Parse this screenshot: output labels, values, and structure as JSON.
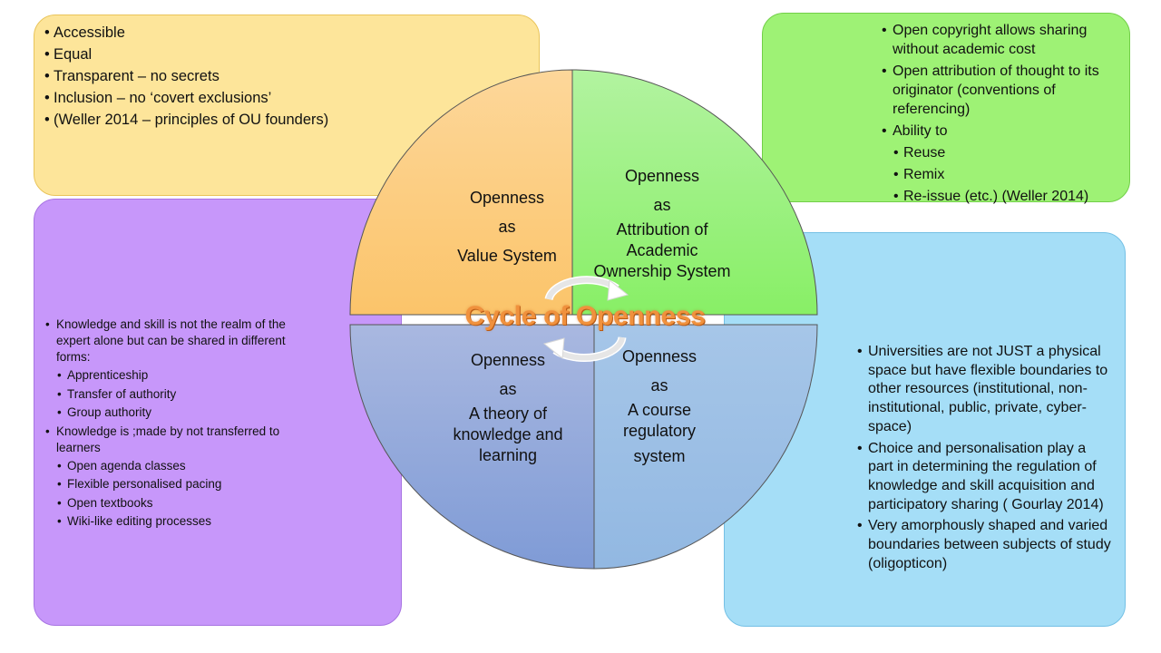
{
  "colors": {
    "yellow_box": "#fde59a",
    "green_box": "#9ef275",
    "purple_box": "#c797fa",
    "blue_box": "#a5def7",
    "title": "#f0913d"
  },
  "title": "Cycle of Openness",
  "quadrants": {
    "value": {
      "line1": "Openness",
      "line2": "as",
      "line3": "Value System"
    },
    "attribution": {
      "line1": "Openness",
      "line2": "as",
      "line3": "Attribution of",
      "line4": "Academic",
      "line5": "Ownership System"
    },
    "theory": {
      "line1": "Openness",
      "line2": "as",
      "line3": "A theory of",
      "line4": "knowledge and",
      "line5": "learning"
    },
    "course": {
      "line1": "Openness",
      "line2": "as",
      "line3": "A course",
      "line4": "regulatory",
      "line5": "system"
    }
  },
  "yellow_box": {
    "items": [
      "Accessible",
      "Equal",
      "Transparent – no secrets",
      "Inclusion – no ‘covert exclusions’",
      "(Weller 2014 – principles of OU founders)"
    ]
  },
  "green_box": {
    "items": [
      "Open copyright allows sharing without academic cost",
      "Open attribution of thought to its originator (conventions of referencing)",
      "Ability to"
    ],
    "sub_items": [
      "Reuse",
      "Remix",
      "Re-issue (etc.) (Weller 2014)"
    ]
  },
  "purple_box": {
    "item1": "Knowledge and skill is not the realm of the expert alone but can be shared in different forms:",
    "item1_sub": [
      "Apprenticeship",
      "Transfer of authority",
      "Group authority"
    ],
    "item2": "Knowledge is ;made by not transferred to learners",
    "item2_sub": [
      "Open agenda classes",
      "Flexible personalised pacing",
      "Open textbooks",
      "Wiki-like editing processes"
    ]
  },
  "blue_box": {
    "items": [
      "Universities are not JUST a physical space but have flexible boundaries to other resources (institutional, non-institutional, public, private, cyber-space)",
      "Choice and personalisation play a part in determining the regulation of knowledge and skill acquisition and participatory sharing ( Gourlay 2014)",
      "Very amorphously shaped and varied boundaries between subjects of study (oligopticon)"
    ]
  }
}
